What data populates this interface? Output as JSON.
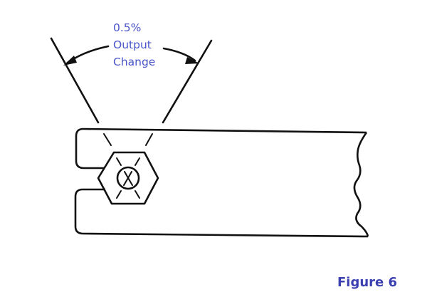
{
  "diagram": {
    "annotation": {
      "lines": [
        "0.5%",
        "Output",
        "Change"
      ]
    },
    "caption": "Figure 6",
    "colors": {
      "label": "#4a55c8",
      "caption": "#3b3fb0",
      "stroke": "#111111"
    },
    "elements": {
      "part": "slotted bar with wavy break edge",
      "fastener": "hex nut with circled X marker",
      "angle_indicator": "two lines with curved arrows indicating rotation range"
    }
  }
}
